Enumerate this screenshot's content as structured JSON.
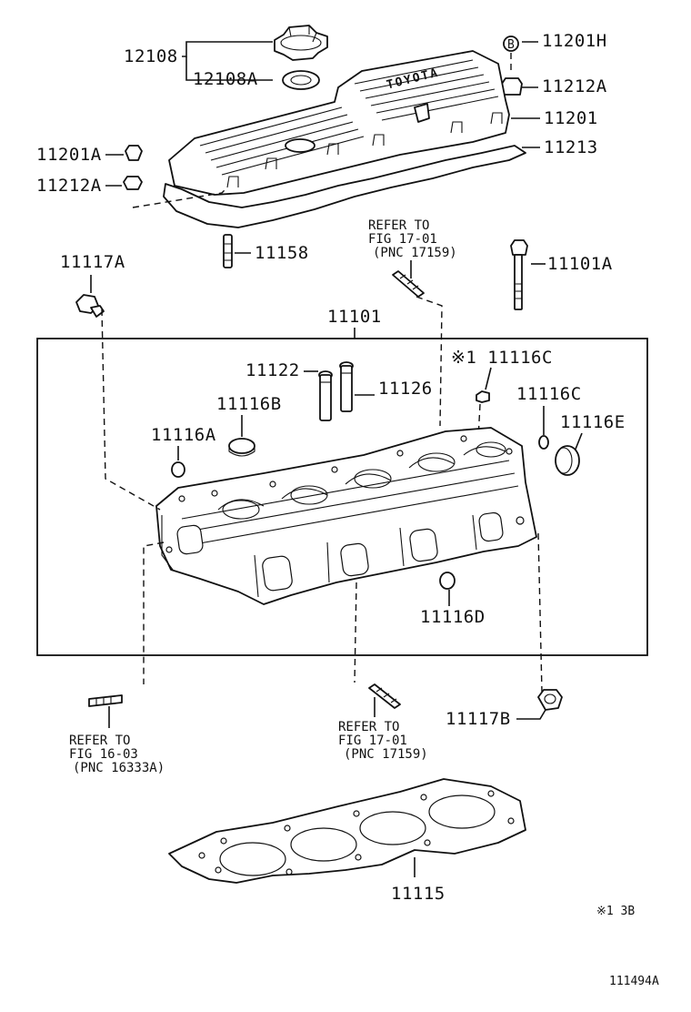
{
  "labels": {
    "p12108": "12108",
    "p12108A": "12108A",
    "p11201H": "11201H",
    "p11212A_top": "11212A",
    "p11201": "11201",
    "p11213": "11213",
    "p11201A": "11201A",
    "p11212A_left": "11212A",
    "p11158": "11158",
    "p11117A": "11117A",
    "p11101A": "11101A",
    "p11101": "11101",
    "p11122": "11122",
    "p11126": "11126",
    "p11116C_mark": "※1 11116C",
    "p11116C": "11116C",
    "p11116B": "11116B",
    "p11116E": "11116E",
    "p11116A": "11116A",
    "p11116D": "11116D",
    "p11117B": "11117B",
    "p11115": "11115",
    "b_mark": "B"
  },
  "refs": {
    "ref1": [
      "REFER TO",
      "FIG 17-01",
      "(PNC 17159)"
    ],
    "ref2": [
      "REFER TO",
      "FIG 16-03",
      "(PNC 16333A)"
    ],
    "ref3": [
      "REFER TO",
      "FIG 17-01",
      "(PNC 17159)"
    ]
  },
  "valve_cover_logo": "TOYOTA",
  "footnote": "※1 3B",
  "figure_id": "111494A"
}
